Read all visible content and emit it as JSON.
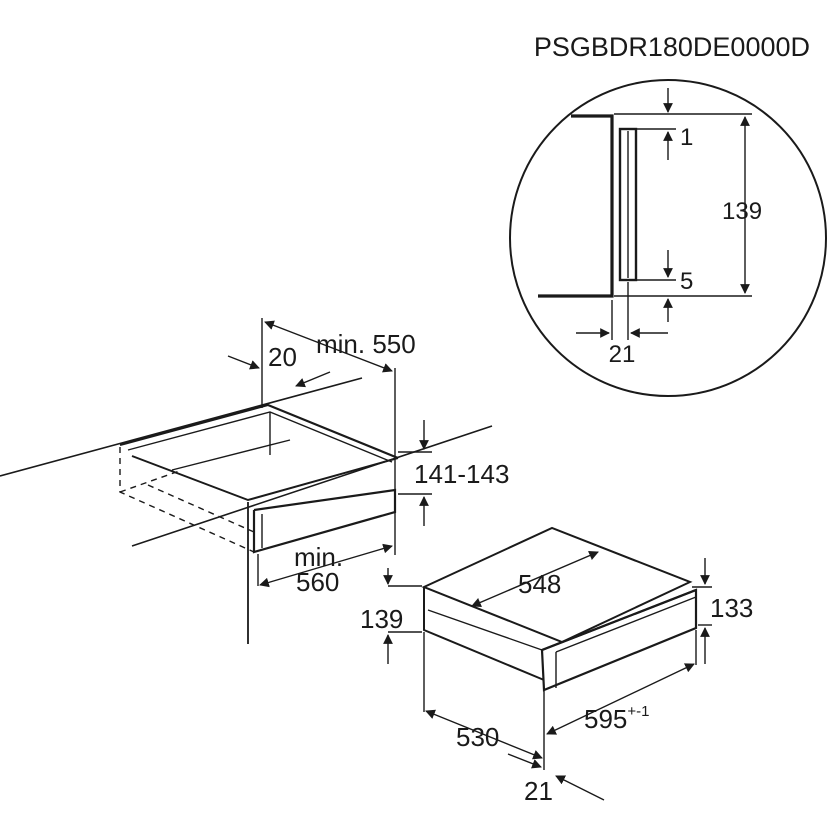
{
  "model_code": "PSGBDR180DE0000D",
  "detail_circle": {
    "dim_top": "1",
    "dim_height": "139",
    "dim_bottom": "5",
    "dim_depth": "21"
  },
  "niche": {
    "dim_depth": "min. 550",
    "dim_setback": "20",
    "dim_height": "141-143",
    "dim_width_min": "min.",
    "dim_width_val": "560"
  },
  "appliance": {
    "dim_width_top": "548",
    "dim_height_left": "139",
    "dim_height_right": "133",
    "dim_depth": "530",
    "dim_front_width": "595",
    "dim_front_width_tolerance": "+-1",
    "dim_front_thickness": "21"
  },
  "colors": {
    "line": "#1a1a1a",
    "background": "#ffffff"
  }
}
